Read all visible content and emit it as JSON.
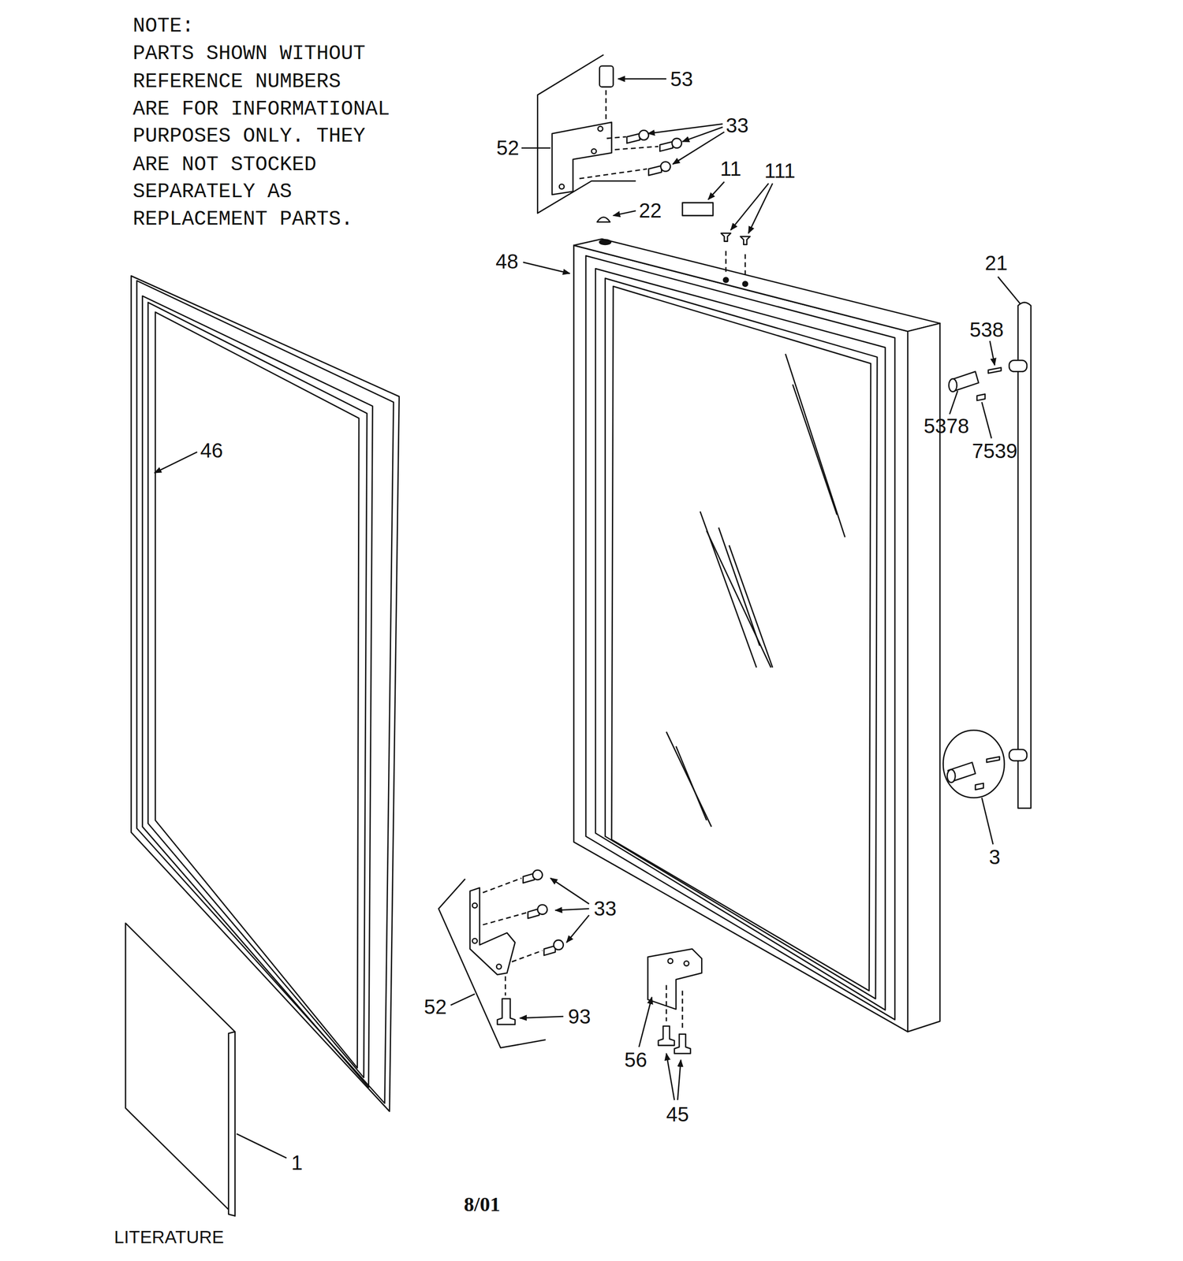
{
  "diagram": {
    "labels": [
      "NOTE:",
      "PARTS SHOWN WITHOUT",
      "REFERENCE NUMBERS",
      "ARE FOR INFORMATIONAL",
      "PURPOSES ONLY. THEY",
      "ARE NOT STOCKED",
      "SEPARATELY AS",
      "REPLACEMENT PARTS.",
      "53",
      "33",
      "52",
      "11",
      "111",
      "22",
      "48",
      "21",
      "538",
      "5378",
      "7539",
      "46",
      "3",
      "33",
      "52",
      "93",
      "56",
      "45",
      "1",
      "LITERATURE",
      "8/01"
    ]
  }
}
